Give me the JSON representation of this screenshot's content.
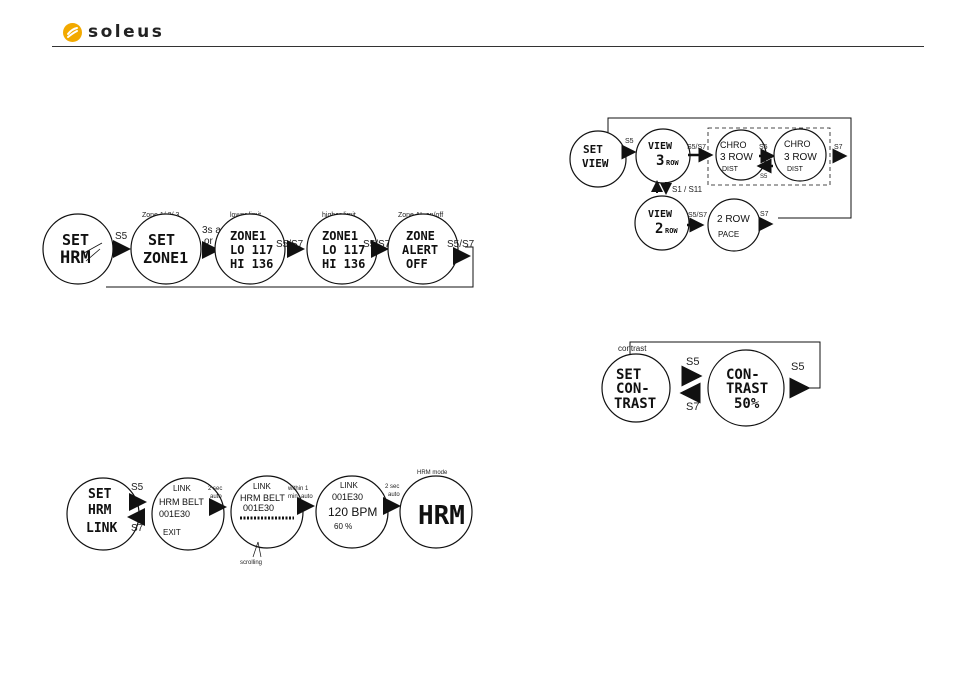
{
  "brand": {
    "name": "soleus"
  },
  "hrm_zone": {
    "watch1": {
      "l1": "SET",
      "l2": "HRM"
    },
    "watch2": {
      "l1": "SET",
      "l2": "ZONE1"
    },
    "watch3": {
      "l1": "ZONE1",
      "l2": "LO 117",
      "l3": "HI 136"
    },
    "watch4": {
      "l1": "ZONE1",
      "l2": "LO 117",
      "l3": "HI 136"
    },
    "watch5": {
      "l1": "ZONE",
      "l2": "ALERT",
      "l3": "OFF"
    },
    "cap_zone": "Zone 1/ 2/ 3",
    "cap_lower": "lower limit",
    "cap_higher": "higher limit",
    "cap_alert": "Zone AL on/off",
    "s5": "S5",
    "auto1": "3s auto",
    "auto2": "or S5",
    "s5s7a": "S5/S7",
    "s5s7b": "S5/S7",
    "s5s7c": "S5/S7"
  },
  "hrm_link": {
    "watch1": {
      "l1": "SET",
      "l2": "HRM",
      "l3": "LINK"
    },
    "watch2": {
      "l1": "LINK",
      "l2": "HRM BELT",
      "l3": "001E30",
      "l4": "EXIT"
    },
    "watch3": {
      "l1": "LINK",
      "l2": "HRM BELT",
      "l3": "001E30"
    },
    "watch4": {
      "l1": "LINK",
      "l2": "001E30",
      "l3": "120 BPM",
      "l4": "60 %"
    },
    "watch5": {
      "l1": "HRM"
    },
    "s5": "S5",
    "s7": "S7",
    "sec1a": "2 sec",
    "sec1b": "auto",
    "within1": "within 1",
    "within2": "min. auto",
    "sec2a": "2 sec",
    "sec2b": "auto",
    "scrolling": "scrolling",
    "hrm_mode": "HRM mode"
  },
  "view": {
    "watch1": {
      "l1": "SET",
      "l2": "VIEW"
    },
    "watch2": {
      "l1": "VIEW",
      "l2": "3",
      "l3": "ROW"
    },
    "watch3": {
      "l1": "CHRO",
      "l2": "3 ROW",
      "l3": "DIST"
    },
    "watch4": {
      "l1": "CHRO",
      "l2": "3 ROW",
      "l3": "DIST"
    },
    "watch5": {
      "l1": "VIEW",
      "l2": "2",
      "l3": "ROW"
    },
    "watch6": {
      "l1": "2 ROW",
      "l2": "PACE"
    },
    "s5a": "S5",
    "s5s7a": "S5/S7",
    "s5b": "S5",
    "s5c": "S5",
    "s7a": "S7",
    "s1s11": "S1 / S11",
    "s5s7b": "S5/S7",
    "s7b": "S7"
  },
  "contrast": {
    "caption": "contrast",
    "watch1": {
      "l1": "SET",
      "l2": "CON-",
      "l3": "TRAST"
    },
    "watch2": {
      "l1": "CON-",
      "l2": "TRAST",
      "l3": "50%"
    },
    "s5a": "S5",
    "s7": "S7",
    "s5b": "S5"
  }
}
